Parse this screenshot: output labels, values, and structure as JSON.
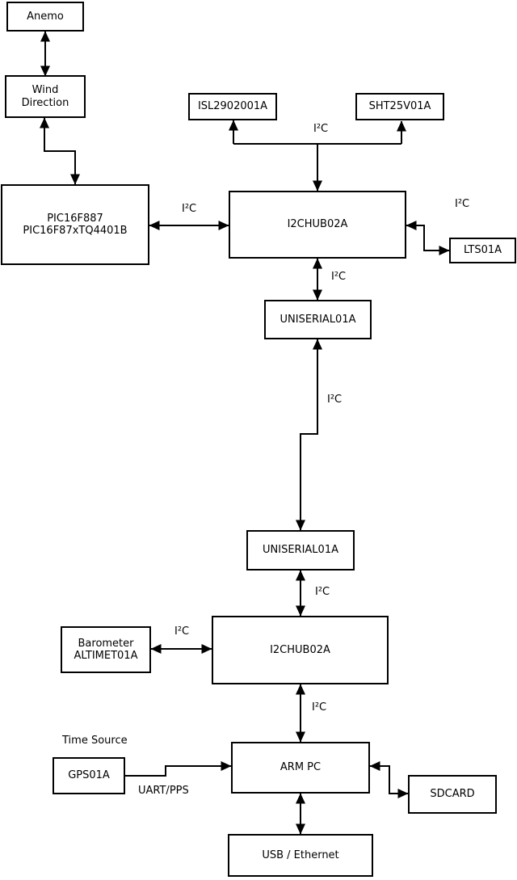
{
  "diagram": {
    "nodes": {
      "anemo": {
        "label": "Anemo"
      },
      "wind_direction": {
        "label": "Wind\nDirection"
      },
      "pic_mcu": {
        "label": "PIC16F887\nPIC16F87xTQ4401B"
      },
      "isl2902001a": {
        "label": "ISL2902001A"
      },
      "sht25v01a": {
        "label": "SHT25V01A"
      },
      "i2chub_top": {
        "label": "I2CHUB02A"
      },
      "lts01a": {
        "label": "LTS01A"
      },
      "uniserial_top": {
        "label": "UNISERIAL01A"
      },
      "uniserial_bottom": {
        "label": "UNISERIAL01A"
      },
      "i2chub_bottom": {
        "label": "I2CHUB02A"
      },
      "barometer": {
        "label": "Barometer\nALTIMET01A"
      },
      "arm_pc": {
        "label": "ARM PC"
      },
      "gps01a": {
        "label": "GPS01A"
      },
      "sdcard": {
        "label": "SDCARD"
      },
      "usb_ethernet": {
        "label": "USB / Ethernet"
      }
    },
    "edge_labels": {
      "i2c_sensors": "I²C",
      "i2c_pic_hub": "I²C",
      "i2c_hub_lts": "I²C",
      "i2c_hub_uniserial": "I²C",
      "i2c_uniserial_link": "I²C",
      "i2c_uniserial_hub2": "I²C",
      "i2c_barometer": "I²C",
      "i2c_hub2_armpc": "I²C",
      "uart_pps": "UART/PPS",
      "time_source": "Time Source"
    },
    "colors": {
      "line": "#000000",
      "box_border": "#000000",
      "box_fill": "#ffffff",
      "background": "#ffffff",
      "text": "#000000"
    }
  }
}
